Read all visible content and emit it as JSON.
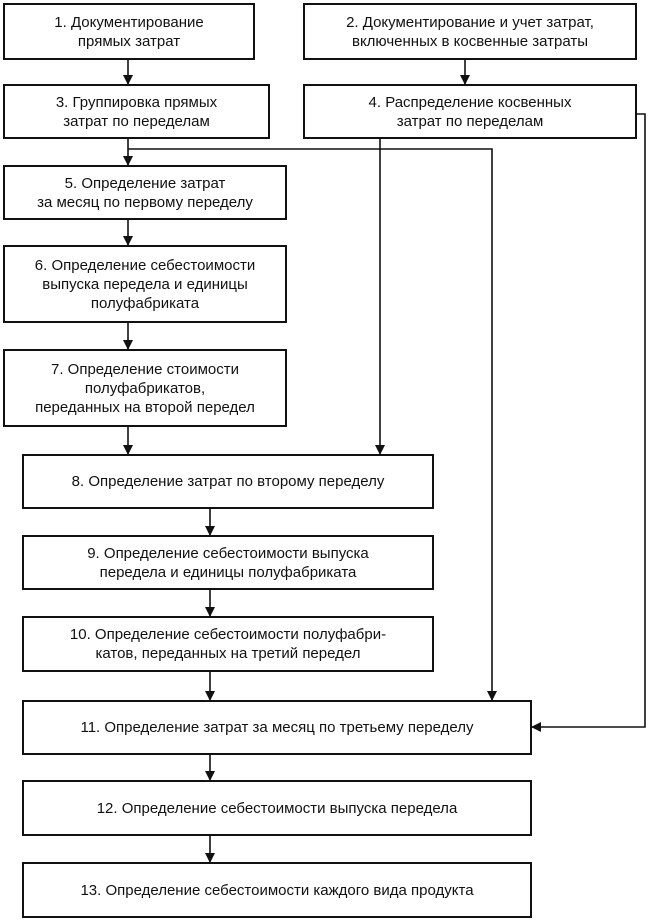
{
  "diagram": {
    "nodes": [
      {
        "id": "n1",
        "label": "1. Документирование\nпрямых затрат"
      },
      {
        "id": "n2",
        "label": "2. Документирование и учет затрат,\nвключенных в косвенные затраты"
      },
      {
        "id": "n3",
        "label": "3. Группировка прямых\nзатрат по переделам"
      },
      {
        "id": "n4",
        "label": "4. Распределение косвенных\nзатрат по переделам"
      },
      {
        "id": "n5",
        "label": "5. Определение затрат\nза месяц по первому переделу"
      },
      {
        "id": "n6",
        "label": "6. Определение себестоимости\nвыпуска передела и единицы\nполуфабриката"
      },
      {
        "id": "n7",
        "label": "7. Определение стоимости\nполуфабрикатов,\nпереданных на второй передел"
      },
      {
        "id": "n8",
        "label": "8. Определение затрат по второму переделу"
      },
      {
        "id": "n9",
        "label": "9. Определение себестоимости выпуска\nпередела и единицы полуфабриката"
      },
      {
        "id": "n10",
        "label": "10. Определение себестоимости полуфабри-\nкатов, переданных на третий передел"
      },
      {
        "id": "n11",
        "label": "11. Определение затрат за месяц по третьему переделу"
      },
      {
        "id": "n12",
        "label": "12. Определение себестоимости выпуска передела"
      },
      {
        "id": "n13",
        "label": "13. Определение себестоимости каждого вида продукта"
      }
    ],
    "edges": [
      {
        "from": "n1",
        "to": "n3"
      },
      {
        "from": "n2",
        "to": "n4"
      },
      {
        "from": "n3",
        "to": "n5"
      },
      {
        "from": "n3",
        "to": "n11"
      },
      {
        "from": "n4",
        "to": "n8"
      },
      {
        "from": "n4",
        "to": "n11"
      },
      {
        "from": "n5",
        "to": "n6"
      },
      {
        "from": "n6",
        "to": "n7"
      },
      {
        "from": "n7",
        "to": "n8"
      },
      {
        "from": "n8",
        "to": "n9"
      },
      {
        "from": "n9",
        "to": "n10"
      },
      {
        "from": "n10",
        "to": "n11"
      },
      {
        "from": "n11",
        "to": "n12"
      },
      {
        "from": "n12",
        "to": "n13"
      }
    ],
    "colors": {
      "line": "#111111",
      "box_border": "#111111",
      "background": "#ffffff"
    }
  }
}
